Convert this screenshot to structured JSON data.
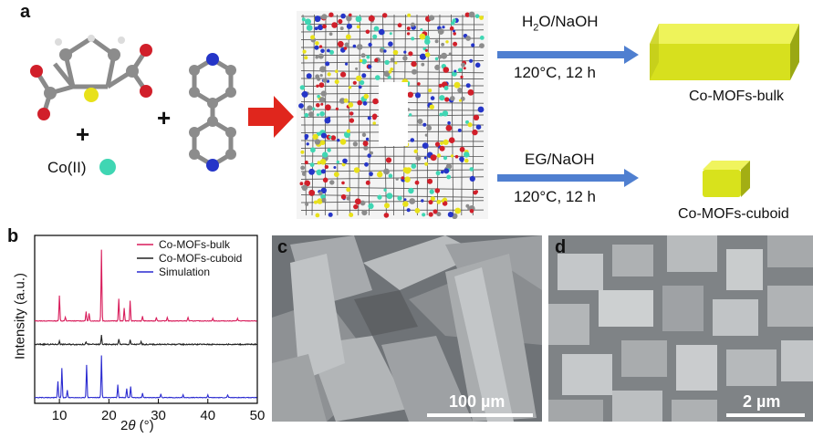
{
  "panel_labels": {
    "a": "a",
    "b": "b",
    "c": "c",
    "d": "d"
  },
  "scheme": {
    "metal_label": "Co(II)",
    "plus": "+",
    "route_top": {
      "solvent_main": "H",
      "solvent_sub": "2",
      "solvent_rest": "O/NaOH",
      "conditions": "120°C, 12 h",
      "product": "Co-MOFs-bulk"
    },
    "route_bottom": {
      "solvent": "EG/NaOH",
      "conditions": "120°C, 12 h",
      "product": "Co-MOFs-cuboid"
    }
  },
  "xrd": {
    "ylabel": "Intensity (a.u.)",
    "xlabel_theta": "θ",
    "xlabel_prefix": "2",
    "xlabel_suffix": " (°)",
    "legend": [
      "Co-MOFs-bulk",
      "Co-MOFs-cuboid",
      "Simulation"
    ],
    "colors": {
      "bulk": "#d81b5a",
      "cuboid": "#222222",
      "simulation": "#2a2ad0"
    }
  },
  "chart_data": {
    "type": "line",
    "xlabel": "2θ (°)",
    "ylabel": "Intensity (a.u.)",
    "xlim": [
      5,
      50
    ],
    "xticks": [
      10,
      20,
      30,
      40,
      50
    ],
    "legend_position": "top-right",
    "series": [
      {
        "name": "Co-MOFs-bulk",
        "color": "#d81b5a",
        "peaks": [
          [
            10.0,
            28
          ],
          [
            11.2,
            4
          ],
          [
            15.4,
            10
          ],
          [
            16.0,
            8
          ],
          [
            18.5,
            78
          ],
          [
            22.0,
            24
          ],
          [
            23.1,
            14
          ],
          [
            24.3,
            22
          ],
          [
            26.8,
            5
          ],
          [
            29.6,
            4
          ],
          [
            31.8,
            4
          ],
          [
            36.0,
            4
          ],
          [
            41.0,
            3
          ],
          [
            46.0,
            3
          ]
        ]
      },
      {
        "name": "Co-MOFs-cuboid",
        "color": "#222222",
        "peaks": [
          [
            10.0,
            4
          ],
          [
            15.4,
            3
          ],
          [
            18.5,
            10
          ],
          [
            22.0,
            6
          ],
          [
            24.3,
            5
          ],
          [
            26.5,
            3
          ]
        ]
      },
      {
        "name": "Simulation",
        "color": "#2a2ad0",
        "peaks": [
          [
            9.7,
            18
          ],
          [
            10.5,
            32
          ],
          [
            11.6,
            8
          ],
          [
            15.5,
            36
          ],
          [
            18.5,
            46
          ],
          [
            21.8,
            14
          ],
          [
            23.6,
            10
          ],
          [
            24.4,
            12
          ],
          [
            26.8,
            5
          ],
          [
            30.5,
            4
          ],
          [
            35.0,
            3
          ],
          [
            40.0,
            3
          ],
          [
            44.0,
            3
          ]
        ]
      }
    ]
  },
  "sem_c": {
    "scale_text": "100 µm"
  },
  "sem_d": {
    "scale_text": "2 µm"
  }
}
